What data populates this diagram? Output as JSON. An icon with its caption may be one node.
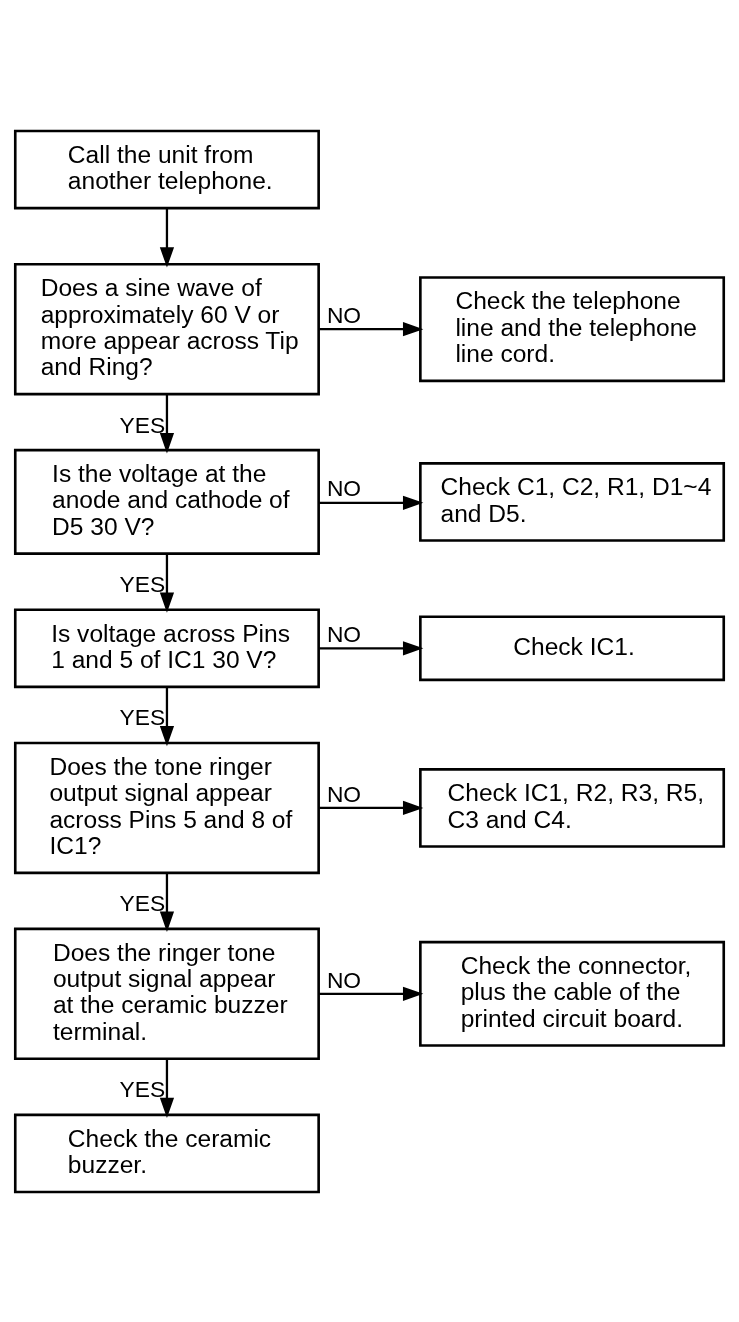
{
  "diagram": {
    "nodes": [
      {
        "text": [
          "Call the unit from another telephone."
        ]
      },
      {
        "text": [
          "Does a sine wave of approximately 60 V or more appear across Tip and Ring?"
        ]
      },
      {
        "text": [
          "Check the telephone line and the telephone line cord."
        ]
      },
      {
        "text": [
          "Is the voltage at the anode and cathode of D5 30 V?"
        ]
      },
      {
        "text": [
          "Check C1, C2, R1, D1~4 and D5."
        ]
      },
      {
        "text": [
          "Is voltage across Pins 1 and 5 of IC1 30 V?"
        ]
      },
      {
        "text": [
          "Check IC1."
        ]
      },
      {
        "text": [
          "Does the tone ringer output signal appear across Pins 5 and 8 of IC1?"
        ]
      },
      {
        "text": [
          "Check IC1, R2, R3, R5, C3 and C4."
        ]
      },
      {
        "text": [
          "Does the ringer tone output signal appear at the ceramic buzzer terminal."
        ]
      },
      {
        "text": [
          "Check the connector, plus the cable of the printed circuit board."
        ]
      },
      {
        "text": [
          "Check the ceramic buzzer."
        ]
      }
    ],
    "edges": [
      {
        "from": 0,
        "to": 1,
        "arrow": "to"
      },
      {
        "from": 1,
        "to": 2,
        "arrow": "to",
        "label": "NO"
      },
      {
        "from": 1,
        "to": 3,
        "arrow": "to",
        "label": "YES"
      },
      {
        "from": 3,
        "to": 4,
        "arrow": "to",
        "label": "NO"
      },
      {
        "from": 3,
        "to": 5,
        "arrow": "to",
        "label": "YES"
      },
      {
        "from": 5,
        "to": 6,
        "arrow": "to",
        "label": "NO"
      },
      {
        "from": 5,
        "to": 7,
        "arrow": "to",
        "label": "YES"
      },
      {
        "from": 7,
        "to": 8,
        "arrow": "to",
        "label": "NO"
      },
      {
        "from": 7,
        "to": 9,
        "arrow": "to",
        "label": "YES"
      },
      {
        "from": 9,
        "to": 10,
        "arrow": "to",
        "label": "NO"
      },
      {
        "from": 9,
        "to": 11,
        "arrow": "to",
        "label": "YES"
      }
    ]
  }
}
